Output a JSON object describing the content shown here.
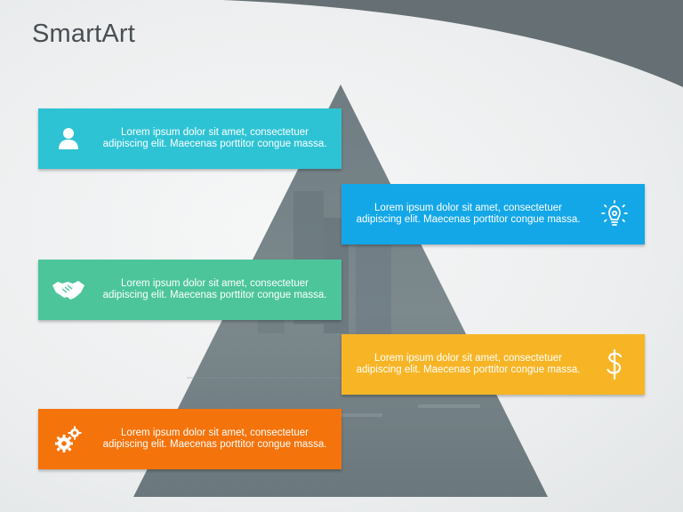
{
  "slide": {
    "title": "SmartArt"
  },
  "colors": {
    "band_1": "#2ec3d4",
    "band_2": "#13a7e8",
    "band_3": "#4cc59b",
    "band_4": "#f7b526",
    "band_5": "#f5730b",
    "swoosh": "#656f74",
    "pyramid": "#77858a"
  },
  "bands": [
    {
      "text": "Lorem ipsum dolor sit amet, consectetuer adipiscing elit. Maecenas porttitor congue massa.",
      "icon": "user-icon"
    },
    {
      "text": "Lorem ipsum dolor sit amet, consectetuer adipiscing elit. Maecenas porttitor congue massa.",
      "icon": "lightbulb-icon"
    },
    {
      "text": "Lorem ipsum dolor sit amet, consectetuer adipiscing elit. Maecenas porttitor congue massa.",
      "icon": "handshake-icon"
    },
    {
      "text": "Lorem ipsum dolor sit amet, consectetuer adipiscing elit. Maecenas porttitor congue massa.",
      "icon": "dollar-icon"
    },
    {
      "text": "Lorem ipsum dolor sit amet, consectetuer adipiscing elit. Maecenas porttitor congue massa.",
      "icon": "gears-icon"
    }
  ]
}
